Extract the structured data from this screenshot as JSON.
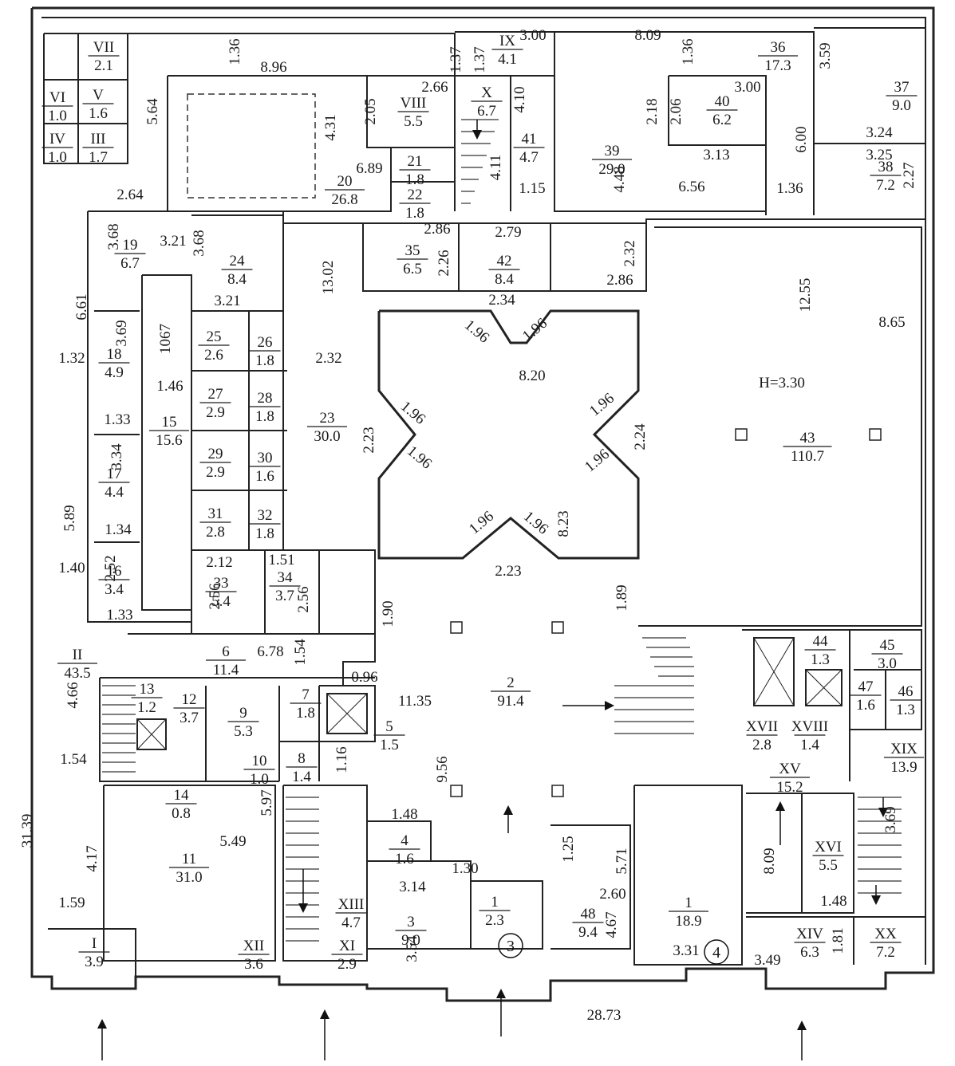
{
  "rooms": [
    {
      "id": "VII",
      "area": "2.1"
    },
    {
      "id": "VI",
      "area": "1.0"
    },
    {
      "id": "V",
      "area": "1.6"
    },
    {
      "id": "IV",
      "area": "1.0"
    },
    {
      "id": "III",
      "area": "1.7"
    },
    {
      "id": "VIII",
      "area": "5.5"
    },
    {
      "id": "IX",
      "area": "4.1"
    },
    {
      "id": "X",
      "area": "6.7"
    },
    {
      "id": "41",
      "area": "4.7"
    },
    {
      "id": "36",
      "area": "17.3"
    },
    {
      "id": "37",
      "area": "9.0"
    },
    {
      "id": "40",
      "area": "6.2"
    },
    {
      "id": "39",
      "area": "29.0"
    },
    {
      "id": "38",
      "area": "7.2"
    },
    {
      "id": "21",
      "area": "1.8"
    },
    {
      "id": "22",
      "area": "1.8"
    },
    {
      "id": "20",
      "area": "26.8"
    },
    {
      "id": "19",
      "area": "6.7"
    },
    {
      "id": "24",
      "area": "8.4"
    },
    {
      "id": "35",
      "area": "6.5"
    },
    {
      "id": "42",
      "area": "8.4"
    },
    {
      "id": "18",
      "area": "4.9"
    },
    {
      "id": "25",
      "area": "2.6"
    },
    {
      "id": "26",
      "area": "1.8"
    },
    {
      "id": "27",
      "area": "2.9"
    },
    {
      "id": "28",
      "area": "1.8"
    },
    {
      "id": "15",
      "area": "15.6"
    },
    {
      "id": "23",
      "area": "30.0"
    },
    {
      "id": "17",
      "area": "4.4"
    },
    {
      "id": "29",
      "area": "2.9"
    },
    {
      "id": "30",
      "area": "1.6"
    },
    {
      "id": "31",
      "area": "2.8"
    },
    {
      "id": "32",
      "area": "1.8"
    },
    {
      "id": "16",
      "area": "3.4"
    },
    {
      "id": "33",
      "area": "5.4"
    },
    {
      "id": "34",
      "area": "3.7"
    },
    {
      "id": "43",
      "area": "110.7"
    },
    {
      "id": "II",
      "area": "43.5"
    },
    {
      "id": "6",
      "area": "11.4"
    },
    {
      "id": "2",
      "area": "91.4"
    },
    {
      "id": "44",
      "area": "1.3"
    },
    {
      "id": "45",
      "area": "3.0"
    },
    {
      "id": "13",
      "area": "1.2"
    },
    {
      "id": "12",
      "area": "3.7"
    },
    {
      "id": "9",
      "area": "5.3"
    },
    {
      "id": "7",
      "area": "1.8"
    },
    {
      "id": "5",
      "area": "1.5"
    },
    {
      "id": "47",
      "area": "1.6"
    },
    {
      "id": "46",
      "area": "1.3"
    },
    {
      "id": "XVII",
      "area": "2.8"
    },
    {
      "id": "XVIII",
      "area": "1.4"
    },
    {
      "id": "10",
      "area": "1.0"
    },
    {
      "id": "8",
      "area": "1.4"
    },
    {
      "id": "XV",
      "area": "15.2"
    },
    {
      "id": "XIX",
      "area": "13.9"
    },
    {
      "id": "14",
      "area": "0.8"
    },
    {
      "id": "4",
      "area": "1.6"
    },
    {
      "id": "11",
      "area": "31.0"
    },
    {
      "id": "XVI",
      "area": "5.5"
    },
    {
      "id": "1",
      "area": "18.9"
    },
    {
      "id": "XIII",
      "area": "4.7"
    },
    {
      "id": "3",
      "area": "9.0"
    },
    {
      "id": "1",
      "area": "2.3"
    },
    {
      "id": "48",
      "area": "9.4"
    },
    {
      "id": "XII",
      "area": "3.6"
    },
    {
      "id": "I",
      "area": "3.9"
    },
    {
      "id": "XI",
      "area": "2.9"
    },
    {
      "id": "XIV",
      "area": "6.3"
    },
    {
      "id": "XX",
      "area": "7.2"
    }
  ],
  "dimensions": [
    "1.36",
    "8.96",
    "3.00",
    "8.09",
    "1.36",
    "3.59",
    "1.37",
    "1.37",
    "2.66",
    "4.10",
    "5.64",
    "4.31",
    "2.05",
    "2.18",
    "2.06",
    "3.00",
    "6.00",
    "3.24",
    "3.13",
    "3.25",
    "6.89",
    "4.11",
    "1.15",
    "4.48",
    "6.56",
    "1.36",
    "2.27",
    "2.64",
    "2.86",
    "2.79",
    "3.68",
    "3.21",
    "3.68",
    "2.26",
    "2.32",
    "2.86",
    "13.02",
    "2.34",
    "6.61",
    "3.21",
    "12.55",
    "8.65",
    "1.96",
    "1.96",
    "3.69",
    "1067",
    "2.32",
    "1.32",
    "8.20",
    "1.46",
    "1.33",
    "1.96",
    "1.96",
    "H=3.30",
    "2.23",
    "2.24",
    "3.34",
    "1.96",
    "1.96",
    "5.89",
    "1.34",
    "1.96",
    "1.96",
    "8.23",
    "2.52",
    "1.40",
    "2.12",
    "1.51",
    "2.23",
    "1.33",
    "2.56",
    "2.56",
    "1.90",
    "1.89",
    "6.78",
    "1.54",
    "0.96",
    "11.35",
    "4.66",
    "1.16",
    "1.54",
    "9.56",
    "5.97",
    "1.48",
    "3.69",
    "5.49",
    "1.25",
    "5.71",
    "8.09",
    "31.39",
    "4.17",
    "1.30",
    "3.14",
    "2.60",
    "1.48",
    "1.59",
    "4.67",
    "1.81",
    "3.54",
    "3.31",
    "3.49",
    "28.73"
  ],
  "markers": [
    "3",
    "4"
  ]
}
